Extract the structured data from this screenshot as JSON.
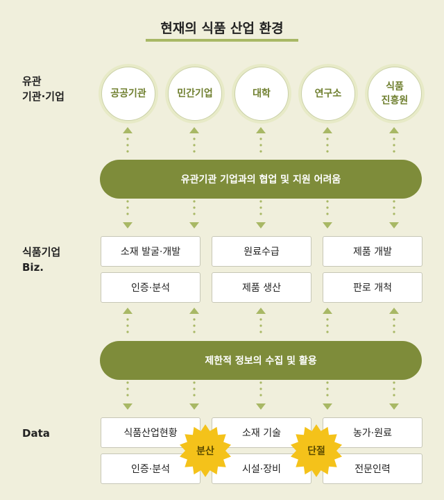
{
  "title": "현재의 식품 산업 환경",
  "labels": {
    "row1": "유관\n기관·기업",
    "row2": "식품기업\nBiz.",
    "row3": "Data"
  },
  "institutions": [
    "공공기관",
    "민간기업",
    "대학",
    "연구소",
    "식품\n진흥원"
  ],
  "bar1": "유관기관 기업과의 협업 및 지원 어려움",
  "business": [
    [
      "소재 발굴·개발",
      "원료수급",
      "제품 개발"
    ],
    [
      "인증·분석",
      "제품 생산",
      "판로 개척"
    ]
  ],
  "bar2": "제한적 정보의 수집 및 활용",
  "data_boxes": [
    [
      "식품산업현황",
      "소재 기술",
      "농가·원료"
    ],
    [
      "인증·분석",
      "시설·장비",
      "전문인력"
    ]
  ],
  "badges": [
    "분산",
    "단절"
  ],
  "colors": {
    "accent": "#7e8c3a",
    "circle_text": "#6f7f2f",
    "badge": "#f4c21a",
    "background": "#f0efdc"
  }
}
